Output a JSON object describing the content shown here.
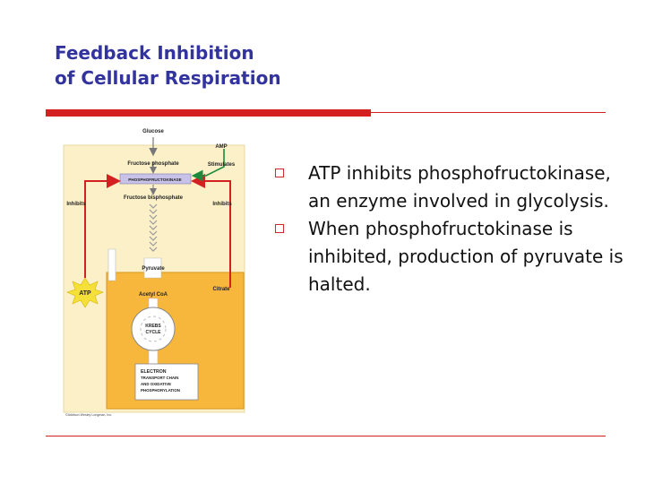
{
  "slide": {
    "title_line1": "Feedback Inhibition",
    "title_line2": "of Cellular Respiration",
    "bullets": [
      "ATP inhibits phosphofructokinase, an enzyme involved in glycolysis.",
      "When phosphofructokinase is inhibited, production of pyruvate is halted."
    ]
  },
  "diagram": {
    "glucose": "Glucose",
    "amp": "AMP",
    "stimulates": "Stimulates",
    "fructose_phosphate": "Fructose phosphate",
    "phosphofructokinase": "PHOSPHOFRUCTOKINASE",
    "fructose_bisphosphate": "Fructose bisphosphate",
    "inhibits_left": "Inhibits",
    "inhibits_right": "Inhibits",
    "pyruvate": "Pyruvate",
    "atp": "ATP",
    "acetyl_coa": "Acetyl CoA",
    "citrate": "Citrate",
    "krebs": "KREBS",
    "cycle": "CYCLE",
    "electron": "ELECTRON",
    "transport_chain": "TRANSPORT CHAIN",
    "and_oxidative": "AND OXIDATIVE",
    "phosphorylation": "PHOSPHORYLATION",
    "copyright": "©Addison Wesley Longman, Inc.",
    "colors": {
      "panel": "#fbf0c8",
      "box": "#f6b73c",
      "arrow_red": "#d42020",
      "arrow_green": "#1c8a3c",
      "atp_burst": "#f5e03a"
    }
  },
  "theme": {
    "title_color": "#3333a0",
    "rule_color": "#d02020",
    "bullet_color": "#d02828"
  }
}
